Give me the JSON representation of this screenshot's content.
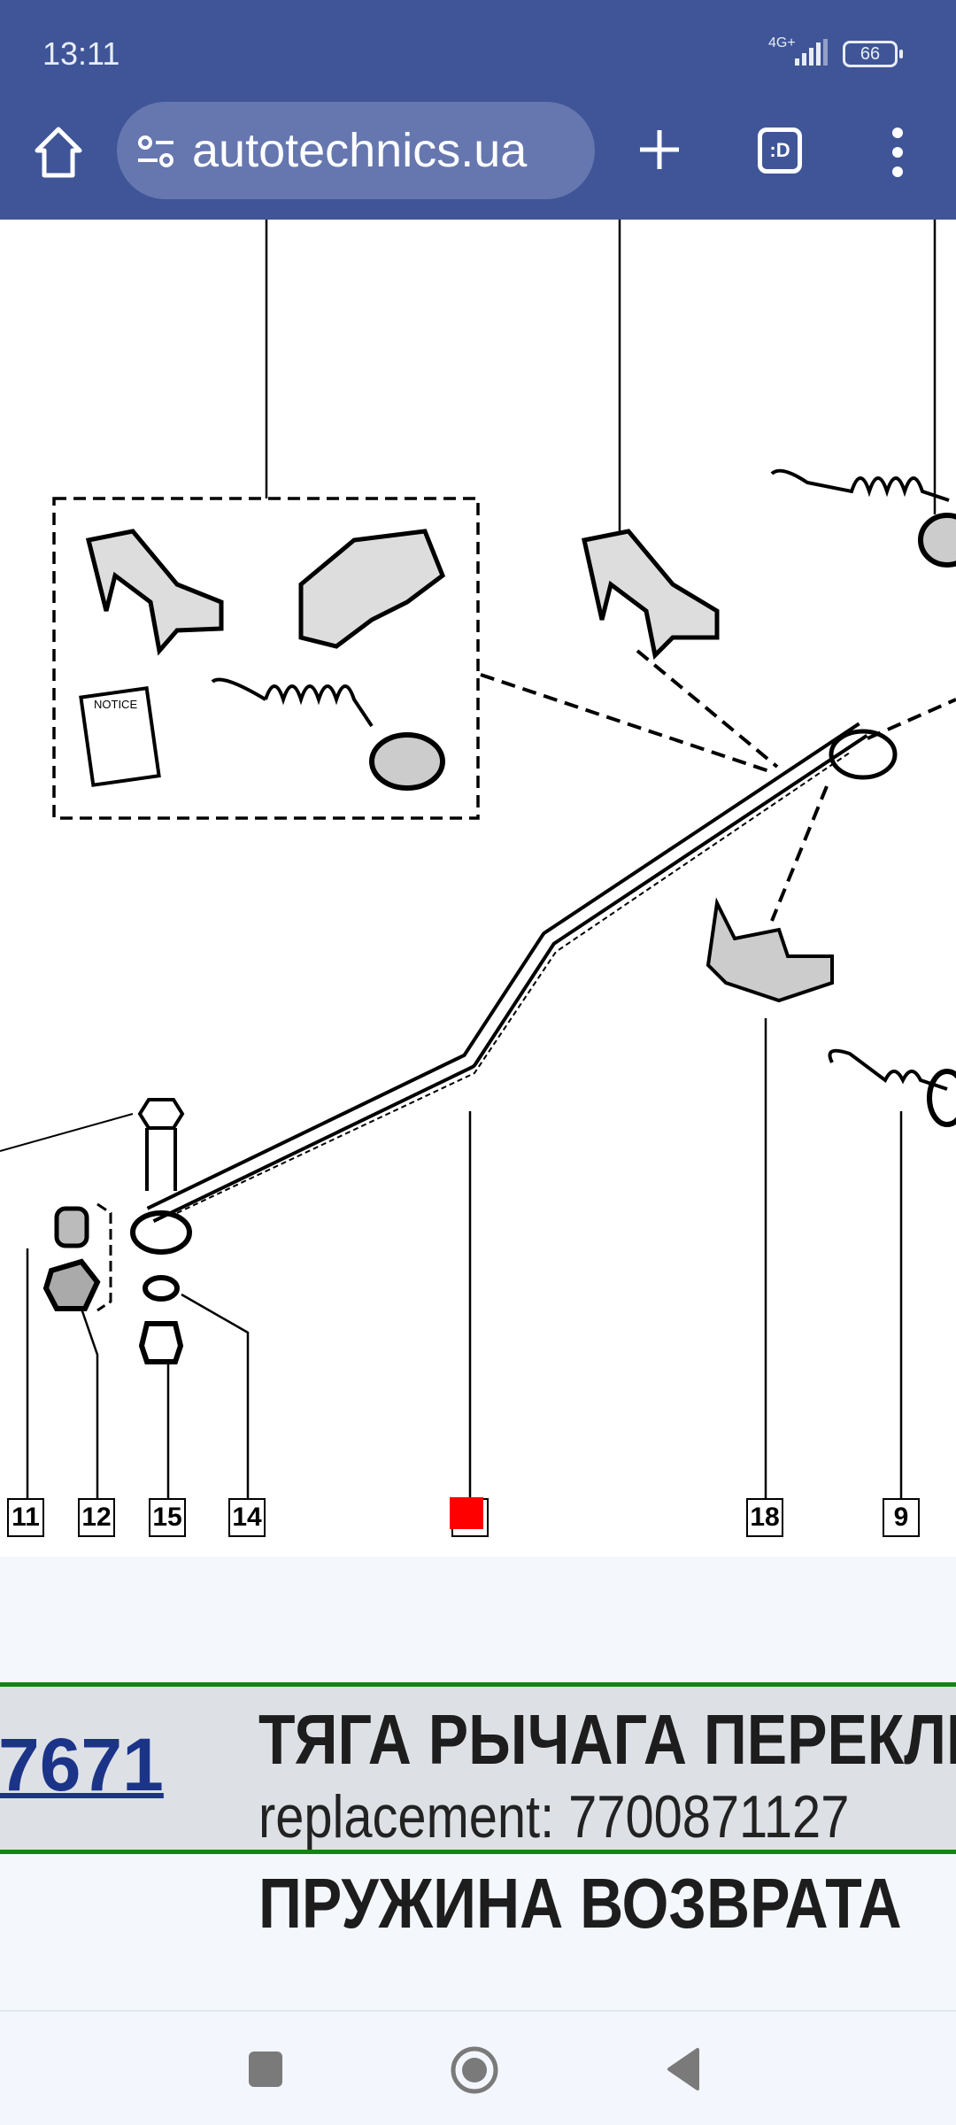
{
  "status_bar": {
    "time": "13:11",
    "network": "4G+",
    "battery": "66"
  },
  "browser": {
    "url": "autotechnics.ua",
    "tab_switcher_label": ":D"
  },
  "diagram": {
    "callouts": [
      "11",
      "12",
      "15",
      "14",
      "18",
      "9"
    ],
    "highlight_color": "#ff0000",
    "booklet_text": "NOTICE"
  },
  "part": {
    "code": "7671",
    "title": "ТЯГА РЫЧАГА ПЕРЕКЛЮЧЕНИЯ",
    "replacement": "replacement: 7700871127"
  },
  "next_part": {
    "title": "ПРУЖИНА ВОЗВРАТА"
  }
}
